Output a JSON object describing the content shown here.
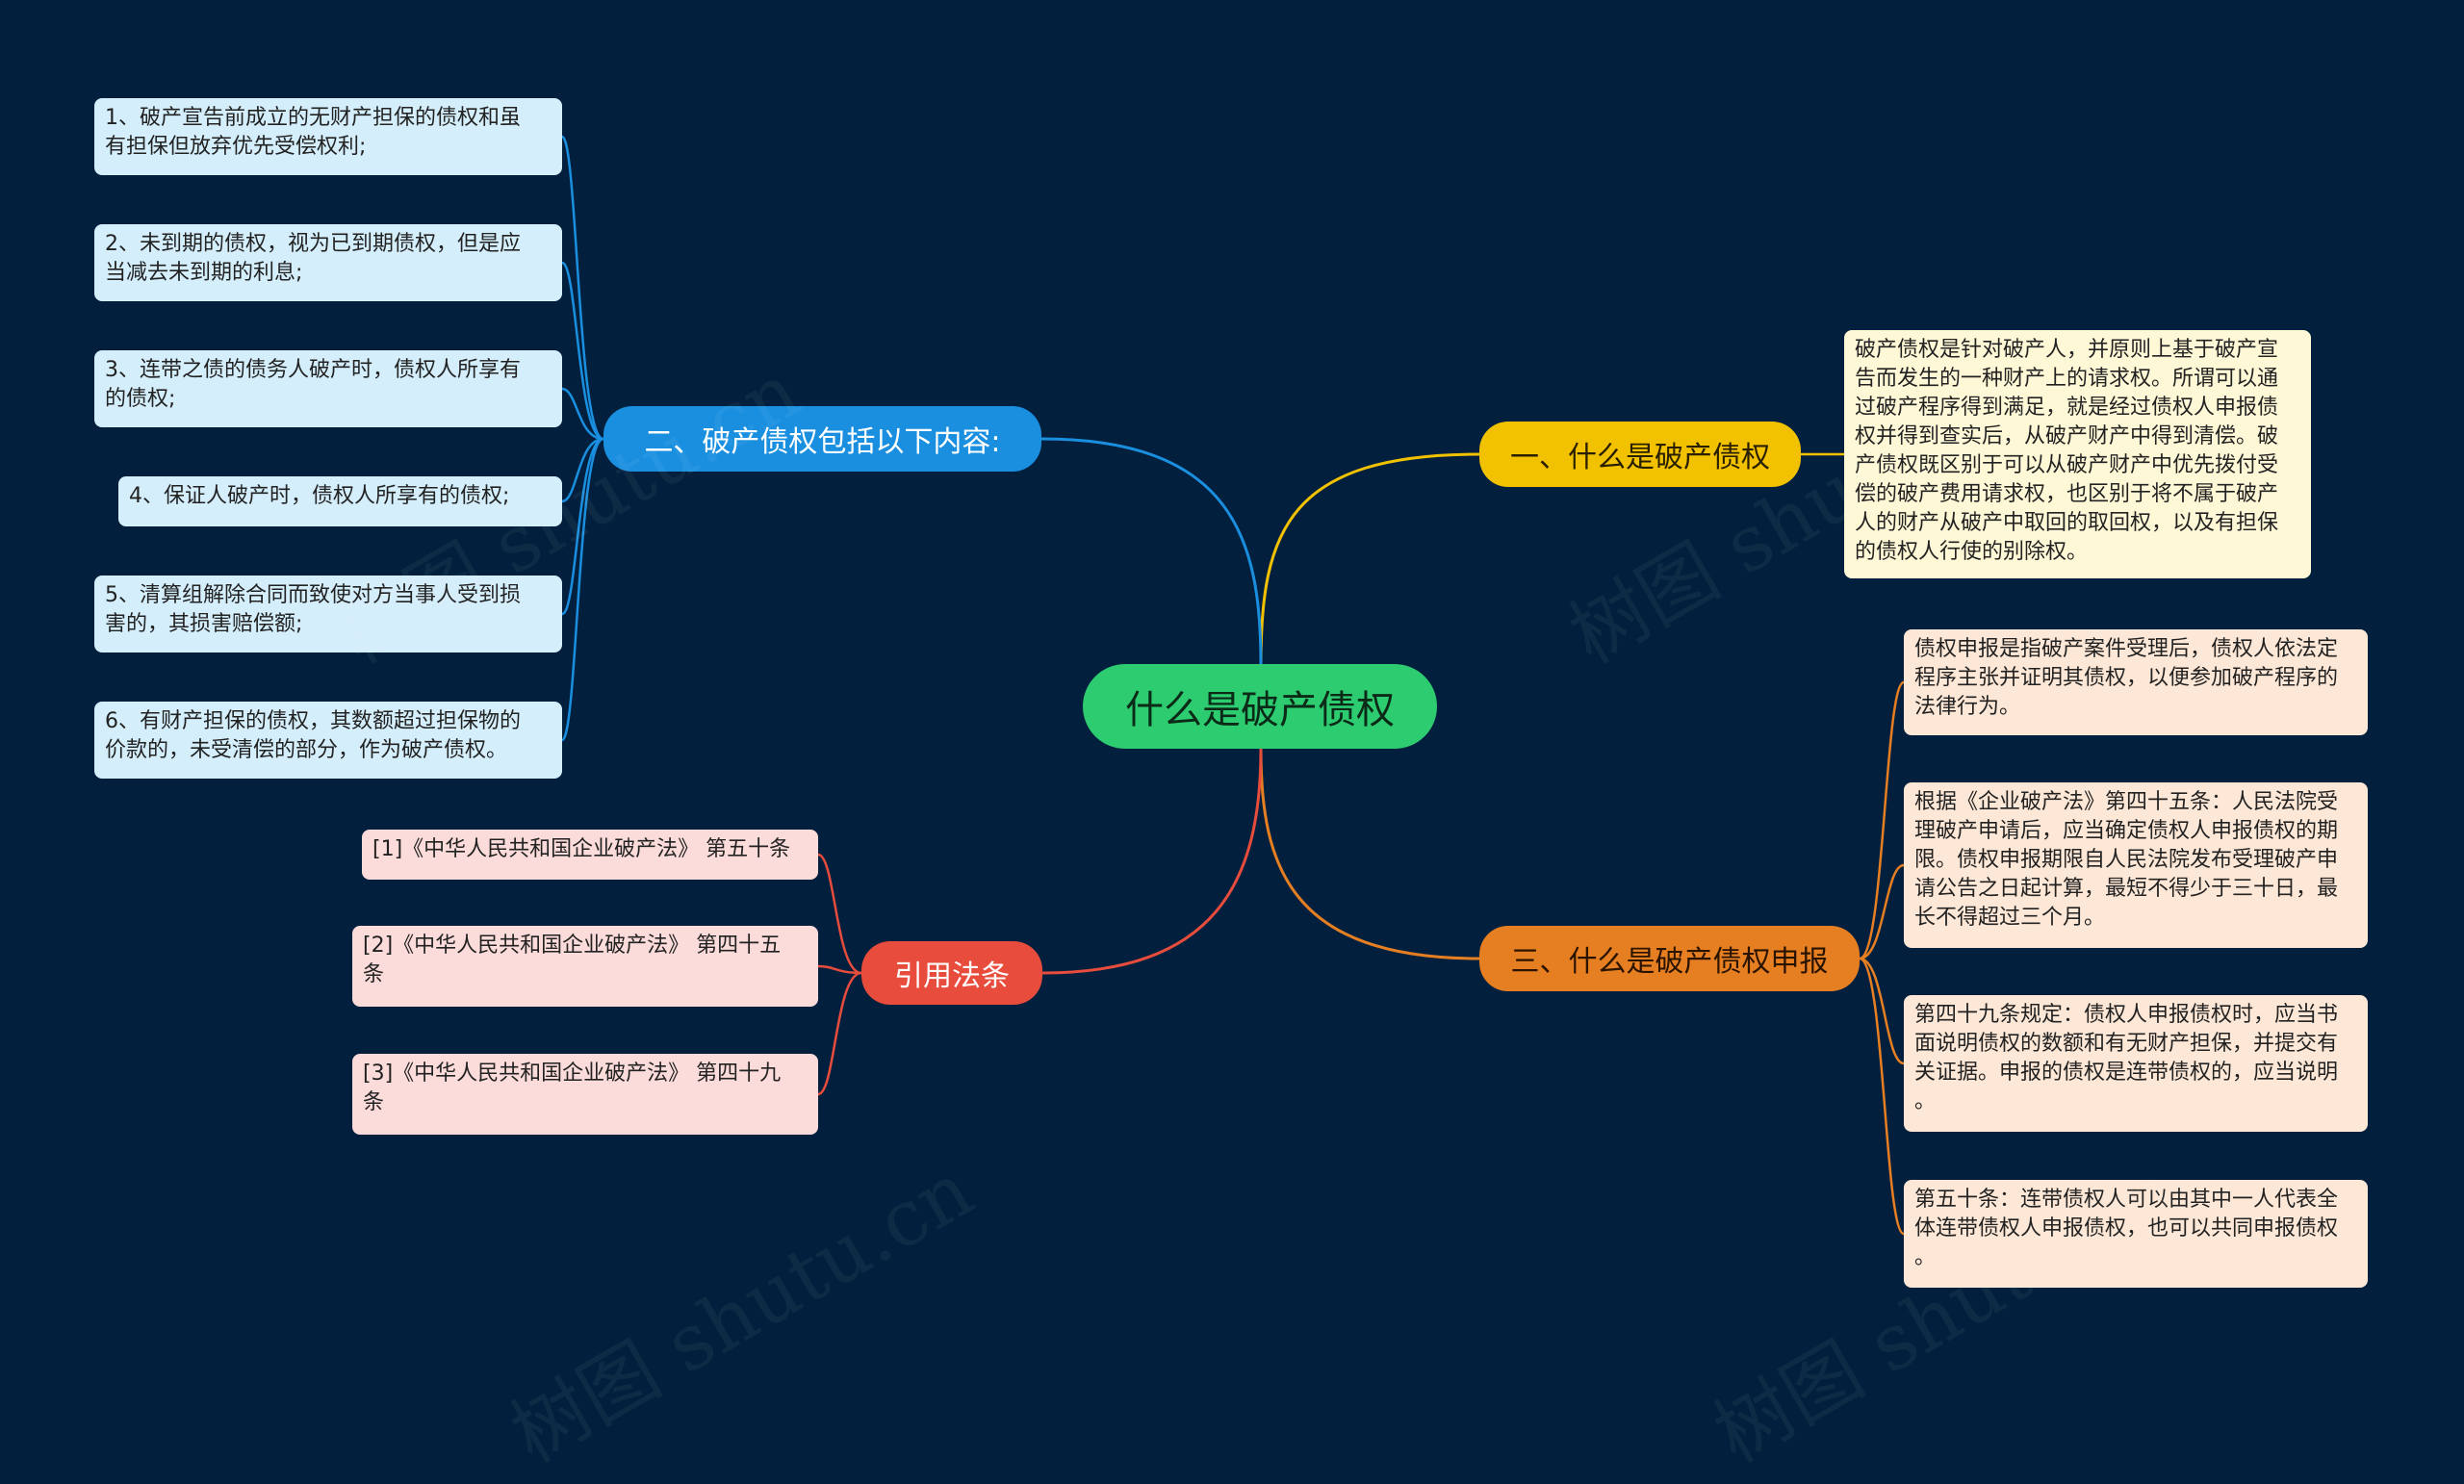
{
  "root": {
    "label": "什么是破产债权"
  },
  "branches": [
    {
      "id": "b1",
      "label": "一、什么是破产债权",
      "color": "#f2c200",
      "leaves": [
        "破产债权是针对破产人，并原则上基于破产宣\n告而发生的一种财产上的请求权。所谓可以通\n过破产程序得到满足，就是经过债权人申报债\n权并得到查实后，从破产财产中得到清偿。破\n产债权既区别于可以从破产财产中优先拨付受\n偿的破产费用请求权，也区别于将不属于破产\n人的财产从破产中取回的取回权，以及有担保\n的债权人行使的别除权。"
      ]
    },
    {
      "id": "b2",
      "label": "二、破产债权包括以下内容:",
      "color": "#1a8fe0",
      "leaves": [
        "1、破产宣告前成立的无财产担保的债权和虽\n有担保但放弃优先受偿权利;",
        "2、未到期的债权，视为已到期债权，但是应\n当减去未到期的利息;",
        "3、连带之债的债务人破产时，债权人所享有\n的债权;",
        "4、保证人破产时，债权人所享有的债权;",
        "5、清算组解除合同而致使对方当事人受到损\n害的，其损害赔偿额;",
        "6、有财产担保的债权，其数额超过担保物的\n价款的，未受清偿的部分，作为破产债权。"
      ]
    },
    {
      "id": "b3",
      "label": "三、什么是破产债权申报",
      "color": "#e67e22",
      "leaves": [
        "债权申报是指破产案件受理后，债权人依法定\n程序主张并证明其债权，以便参加破产程序的\n法律行为。",
        "根据《企业破产法》第四十五条：人民法院受\n理破产申请后，应当确定债权人申报债权的期\n限。债权申报期限自人民法院发布受理破产申\n请公告之日起计算，最短不得少于三十日，最\n长不得超过三个月。",
        "第四十九条规定：债权人申报债权时，应当书\n面说明债权的数额和有无财产担保，并提交有\n关证据。申报的债权是连带债权的，应当说明\n。",
        "第五十条：连带债权人可以由其中一人代表全\n体连带债权人申报债权，也可以共同申报债权\n。"
      ]
    },
    {
      "id": "b4",
      "label": "引用法条",
      "color": "#e74c3c",
      "leaves": [
        "[1]《中华人民共和国企业破产法》 第五十条",
        "[2]《中华人民共和国企业破产法》 第四十五\n条",
        "[3]《中华人民共和国企业破产法》 第四十九\n条"
      ]
    }
  ],
  "watermark": {
    "text": "树图 shutu.cn"
  }
}
